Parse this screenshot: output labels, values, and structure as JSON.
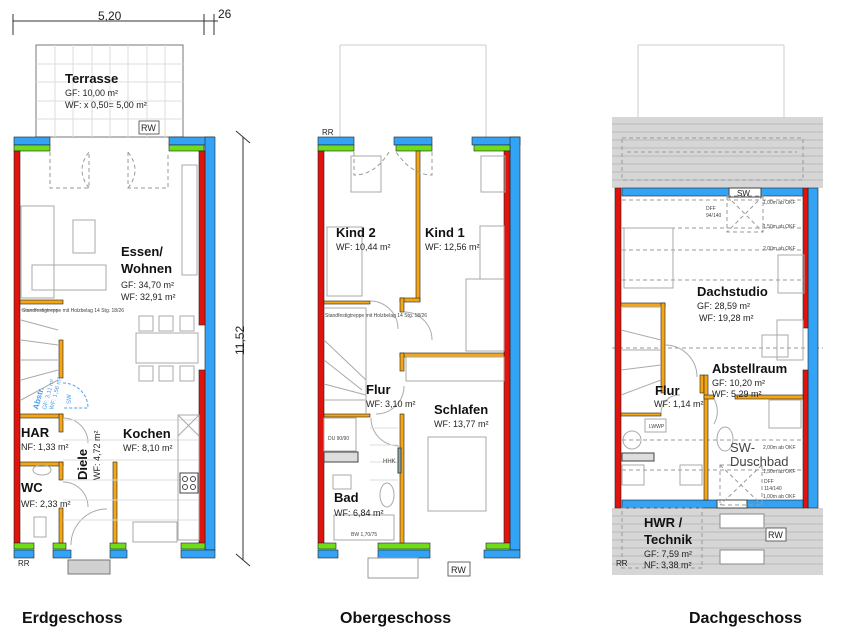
{
  "dimensions": {
    "width": "5,20",
    "wall": "26",
    "length": "11,52"
  },
  "floors": {
    "eg": {
      "title": "Erdgeschoss",
      "terrace": {
        "name": "Terrasse",
        "gf": "GF: 10,00 m²",
        "wf": "WF: x 0,50= 5,00 m²",
        "rw": "RW"
      },
      "rooms": [
        {
          "name": "Essen/",
          "name2": "Wohnen",
          "gf": "GF: 34,70 m²",
          "wf": "WF: 32,91 m²"
        },
        {
          "name": "HAR",
          "nf": "NF: 1,33 m²"
        },
        {
          "name": "WC",
          "wf": "WF: 2,33 m²"
        },
        {
          "name": "Diele",
          "wf": "WF: 4,72 m²"
        },
        {
          "name": "Kochen",
          "wf": "WF: 8,10 m²"
        },
        {
          "name": "Abstr.",
          "gf": "GF: 3,11 m²",
          "wf": "WF: 1,56 m²"
        }
      ],
      "sw": "SW",
      "rr": "RR"
    },
    "og": {
      "title": "Obergeschoss",
      "rooms": [
        {
          "name": "Kind 2",
          "wf": "WF: 10,44 m²"
        },
        {
          "name": "Kind 1",
          "wf": "WF: 12,56 m²"
        },
        {
          "name": "Flur",
          "wf": "WF: 3,10 m²"
        },
        {
          "name": "Schlafen",
          "wf": "WF: 13,77 m²"
        },
        {
          "name": "Bad",
          "wf": "WF: 6,84 m²"
        }
      ],
      "labels": {
        "du": "DU 90/90",
        "hhk": "HHK",
        "bw": "BW 1,70/75",
        "stair": "Standfestigtreppe mit Holzbelag 14 Stg. 18/26",
        "rw": "RW",
        "rr": "RR"
      }
    },
    "dg": {
      "title": "Dachgeschoss",
      "rooms": [
        {
          "name": "Dachstudio",
          "gf": "GF: 28,59 m²",
          "wf": "WF: 19,28 m²"
        },
        {
          "name": "Abstellraum",
          "gf": "GF: 10,20 m²",
          "wf": "WF: 5,29 m²"
        },
        {
          "name": "Flur",
          "wf": "WF: 1,14 m²"
        },
        {
          "name": "SW-",
          "name2": "Duschbad"
        },
        {
          "name": "HWR /",
          "name2": "Technik",
          "gf": "GF: 7,59 m²",
          "nf": "NF: 3,38 m²"
        }
      ],
      "labels": {
        "sw": "SW",
        "dff1": "DFF",
        "dff1b": "94/140",
        "dff2": "DFF",
        "dff2b": "114/140",
        "h100": "1,00m ab OKF",
        "h150": "1,50m ab OKF",
        "h200": "2,00m ab OKF",
        "lwwp": "LWWP",
        "rw": "RW",
        "rr": "RR"
      }
    }
  },
  "colors": {
    "exterior_insulation": "#33a3f5",
    "outer_wall": "#e0140c",
    "window_sill": "#6fdc1c",
    "interior_wall": "#f5a615"
  }
}
